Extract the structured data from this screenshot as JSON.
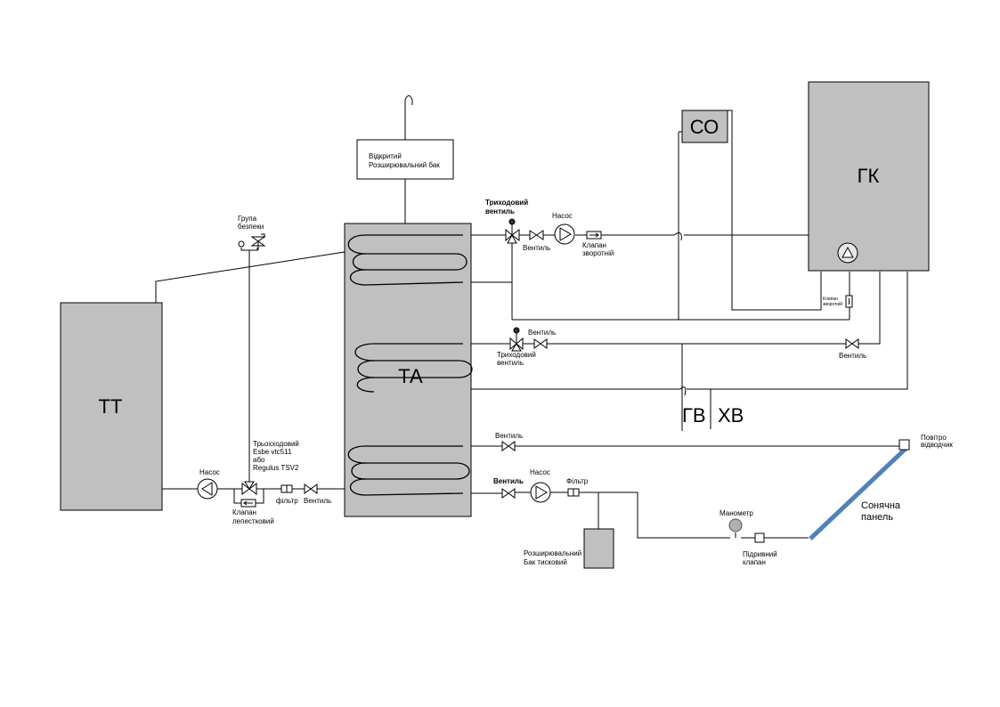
{
  "components": {
    "tt": "ТТ",
    "ta": "ТА",
    "gk": "ГК",
    "co": "СО",
    "gv": "ГВ",
    "hv": "ХВ",
    "open_tank_l1": "Відкритий",
    "open_tank_l2": "Розширювальний бак",
    "pressure_tank_l1": "Розширювальний",
    "pressure_tank_l2": "Бак тисковий",
    "solar_l1": "Сонячна",
    "solar_l2": "панель"
  },
  "labels": {
    "safety_group_l1": "Група",
    "safety_group_l2": "безпеки",
    "triple_valve_top_l1": "Триходовий",
    "triple_valve_top_l2": "вентиль",
    "pump_top": "Насос",
    "valve_top": "Вентиль",
    "check_valve_top_l1": "Клапан",
    "check_valve_top_l2": "зворотній",
    "gk_check_valve_l1": "Клапан",
    "gk_check_valve_l2": "зворотній",
    "valve_mid_left": "Вентиль",
    "triple_valve_mid_l1": "Триходовий",
    "triple_valve_mid_l2": "вентиль",
    "valve_mid_right": "Вентиль",
    "valve_solar_return": "Вентиль",
    "air_vent_l1": "Повітро",
    "air_vent_l2": "відводчик",
    "pump_tt": "Насос",
    "threeway_l1": "Трьохходовий",
    "threeway_l2": "Esbe vtc511",
    "threeway_l3": "або",
    "threeway_l4": "Regulus TSV2",
    "flap_valve_l1": "Клапан",
    "flap_valve_l2": "лепестковий",
    "filter_tt": "фільтр",
    "valve_tt": "Вентиль",
    "valve_solar_supply": "Вентиль",
    "pump_solar": "Насос",
    "filter_solar": "Фільтр",
    "manometer": "Манометр",
    "relief_valve_l1": "Підривний",
    "relief_valve_l2": "клапан"
  },
  "colors": {
    "equipment_fill": "#c0c0c0",
    "line": "#000000",
    "solar_panel": "#4f81bd",
    "manometer_fill": "#b0b0b0"
  }
}
